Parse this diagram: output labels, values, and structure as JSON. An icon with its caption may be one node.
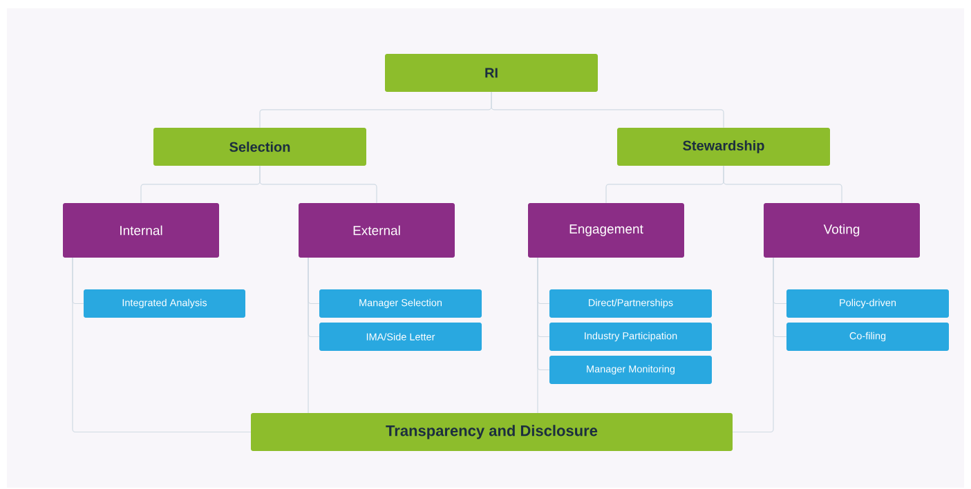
{
  "diagram": {
    "nodes": [
      {
        "text": [
          "RI"
        ]
      },
      {
        "text": [
          "Selection"
        ]
      },
      {
        "text": [
          "Stewardship"
        ]
      },
      {
        "text": [
          "Internal"
        ]
      },
      {
        "text": [
          "External"
        ]
      },
      {
        "text": [
          "Engagement"
        ]
      },
      {
        "text": [
          "Voting"
        ]
      },
      {
        "text": [
          "Integrated Analysis"
        ]
      },
      {
        "text": [
          "Manager Selection"
        ]
      },
      {
        "text": [
          "IMA/Side Letter"
        ]
      },
      {
        "text": [
          "Direct/Partnerships"
        ]
      },
      {
        "text": [
          "Industry Participation"
        ]
      },
      {
        "text": [
          "Manager Monitoring"
        ]
      },
      {
        "text": [
          "Policy-driven"
        ]
      },
      {
        "text": [
          "Co-filing"
        ]
      },
      {
        "text": [
          "Transparency and Disclosure"
        ]
      }
    ],
    "edges": [
      {
        "from": 0,
        "to": 1,
        "arrow": "none"
      },
      {
        "from": 0,
        "to": 2,
        "arrow": "none"
      },
      {
        "from": 1,
        "to": 3,
        "arrow": "none"
      },
      {
        "from": 1,
        "to": 4,
        "arrow": "none"
      },
      {
        "from": 2,
        "to": 5,
        "arrow": "none"
      },
      {
        "from": 2,
        "to": 6,
        "arrow": "none"
      },
      {
        "from": 3,
        "to": 7,
        "arrow": "none"
      },
      {
        "from": 4,
        "to": 8,
        "arrow": "none"
      },
      {
        "from": 4,
        "to": 9,
        "arrow": "none"
      },
      {
        "from": 5,
        "to": 10,
        "arrow": "none"
      },
      {
        "from": 5,
        "to": 11,
        "arrow": "none"
      },
      {
        "from": 5,
        "to": 12,
        "arrow": "none"
      },
      {
        "from": 6,
        "to": 13,
        "arrow": "none"
      },
      {
        "from": 6,
        "to": 14,
        "arrow": "none"
      },
      {
        "from": 3,
        "to": 15,
        "arrow": "none"
      },
      {
        "from": 4,
        "to": 15,
        "arrow": "none"
      },
      {
        "from": 5,
        "to": 15,
        "arrow": "none"
      },
      {
        "from": 6,
        "to": 15,
        "arrow": "none"
      }
    ]
  }
}
